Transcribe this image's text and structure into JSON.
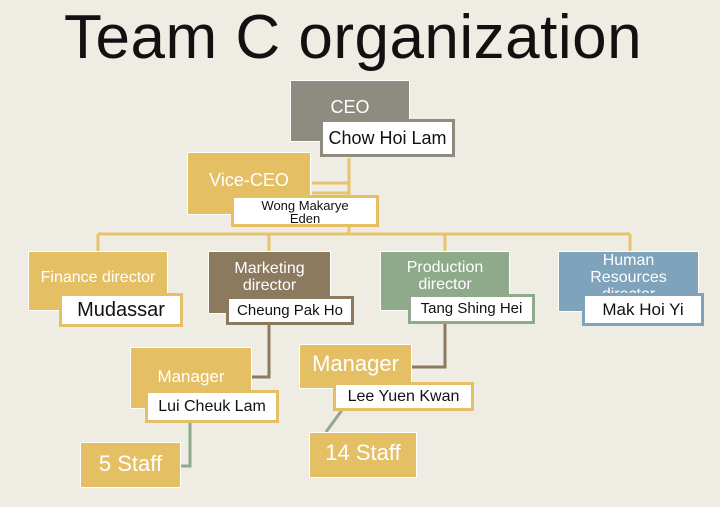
{
  "title": "Team C organization",
  "nodes": {
    "ceo": {
      "role": "CEO",
      "name": "Chow Hoi Lam"
    },
    "vice_ceo": {
      "role": "Vice-CEO",
      "name_line1": "Wong Makarye",
      "name_line2": "Eden"
    },
    "finance": {
      "role": "Finance director",
      "name": "Mudassar"
    },
    "marketing": {
      "role_line1": "Marketing",
      "role_line2": "director",
      "name": "Cheung Pak Ho"
    },
    "production": {
      "role_line1": "Production",
      "role_line2": "director",
      "name": "Tang Shing Hei"
    },
    "hr": {
      "role_line1": "Human",
      "role_line2": "Resources",
      "role_line3": "director",
      "name": "Mak Hoi Yi"
    },
    "manager_1": {
      "role": "Manager",
      "name": "Lui Cheuk Lam"
    },
    "manager_2": {
      "role": "Manager",
      "name": "Lee Yuen Kwan"
    },
    "staff_1": {
      "label": "5 Staff"
    },
    "staff_2": {
      "label": "14 Staff"
    }
  },
  "colors": {
    "background": "#efece3",
    "ceo": "#8e8b81",
    "gold": "#e4bf64",
    "marketing": "#8c7a5f",
    "production": "#8eaa8a",
    "hr": "#7ea3bb",
    "connector_gold": "#e6c36c",
    "connector_marketing": "#8c7a5f",
    "connector_staff": "#8eaa8a"
  }
}
